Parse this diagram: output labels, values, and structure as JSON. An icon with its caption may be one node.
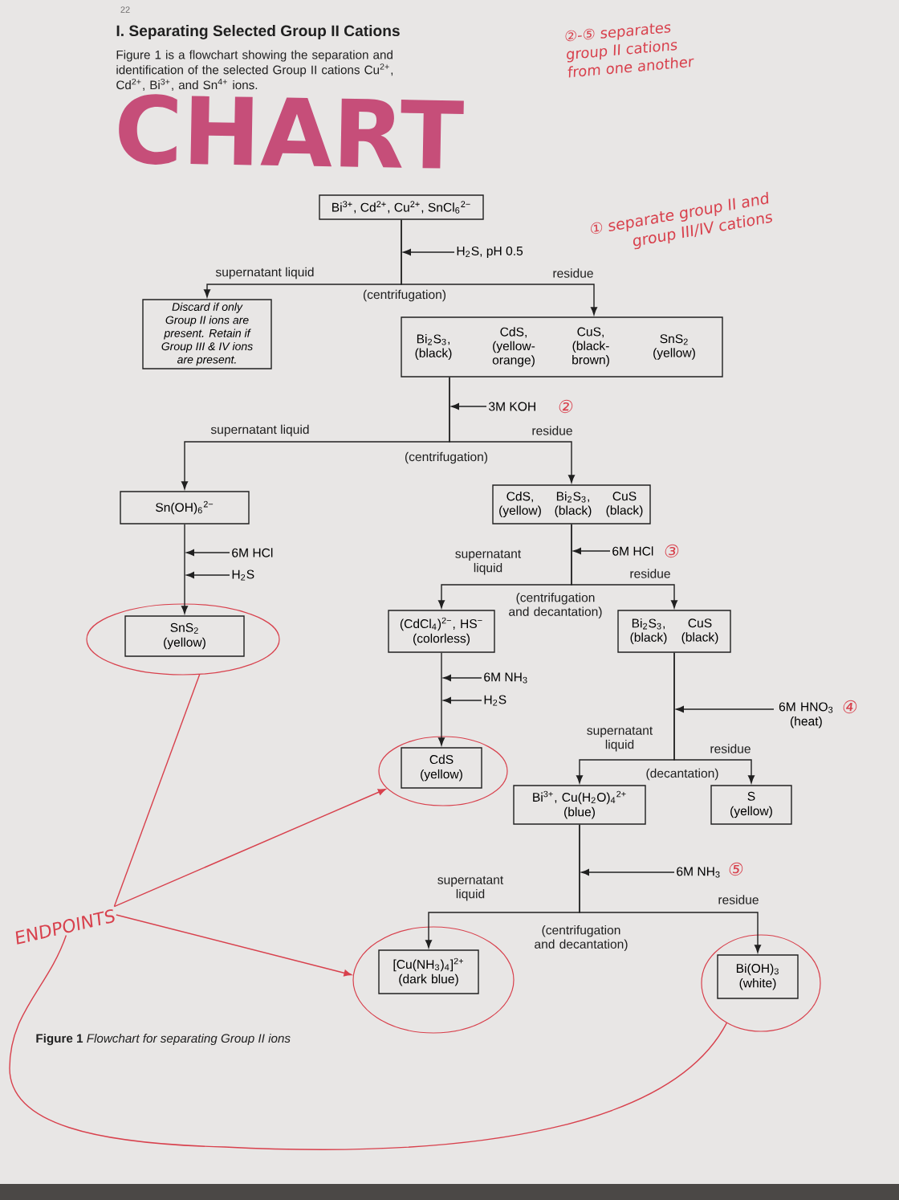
{
  "diagram": {
    "title": "I. Separating Selected Group II Cations",
    "caption": "**Figure 1** *Flowchart for separating Group II ions*",
    "nodes": [
      {
        "text": [
          "Bi$^{3+}$, Cd$^{2+}$, Cu$^{2+}$, SnCl$_{6}$$^{2−}$"
        ]
      },
      {
        "text": [
          "H$_{2}$S, pH 0.5"
        ]
      },
      {
        "text": [
          "Discard if only Group II ions are present. Retain if Group III & IV ions are present."
        ]
      },
      {
        "text": [
          "Bi$_{2}$S$_{3}$, (black)",
          "CdS, (yellow-orange)",
          "CuS, (black-brown)",
          "SnS$_{2}$ (yellow)"
        ]
      },
      {
        "text": [
          "3M KOH"
        ]
      },
      {
        "text": [
          "Sn(OH)$_{6}$$^{2−}$"
        ]
      },
      {
        "text": [
          "CdS, (yellow)",
          "Bi$_{2}$S$_{3}$, (black)",
          "CuS (black)"
        ]
      },
      {
        "text": [
          "6M HCl"
        ]
      },
      {
        "text": [
          "H$_{2}$S"
        ]
      },
      {
        "text": [
          "6M HCl"
        ]
      },
      {
        "text": [
          "SnS$_{2}$ (yellow)"
        ]
      },
      {
        "text": [
          "(CdCl$_{4}$)$^{2−}$, HS$^{−}$ (colorless)"
        ]
      },
      {
        "text": [
          "Bi$_{2}$S$_{3}$, (black)",
          "CuS (black)"
        ]
      },
      {
        "text": [
          "6M NH$_{3}$"
        ]
      },
      {
        "text": [
          "H$_{2}$S"
        ]
      },
      {
        "text": [
          "6M HNO$_{3}$ (heat)"
        ]
      },
      {
        "text": [
          "CdS (yellow)"
        ]
      },
      {
        "text": [
          "Bi$^{3+}$, Cu(H$_{2}$O)$_{4}$$^{2+}$ (blue)"
        ]
      },
      {
        "text": [
          "S (yellow)"
        ]
      },
      {
        "text": [
          "6M NH$_{3}$"
        ]
      },
      {
        "text": [
          "ENDPOINTS"
        ]
      },
      {
        "text": [
          "[Cu(NH$_{3}$)$_{4}$]$^{2+}$ (dark blue)"
        ]
      },
      {
        "text": [
          "Bi(OH)$_{3}$ (white)"
        ]
      }
    ],
    "edges": [
      {
        "from": 0,
        "to": 2,
        "arrow": "to",
        "label": "supernatant liquid"
      },
      {
        "from": 0,
        "to": 3,
        "arrow": "to",
        "label": "residue"
      },
      {
        "from": 1,
        "to": null,
        "arrow": "to"
      },
      {
        "from": 3,
        "to": 5,
        "arrow": "to",
        "label": "supernatant liquid"
      },
      {
        "from": 3,
        "to": 6,
        "arrow": "to",
        "label": "residue"
      },
      {
        "from": 4,
        "to": null,
        "arrow": "to"
      },
      {
        "from": 5,
        "to": 10,
        "arrow": "to"
      },
      {
        "from": 7,
        "to": null,
        "arrow": "to"
      },
      {
        "from": 8,
        "to": null,
        "arrow": "to"
      },
      {
        "from": 6,
        "to": 11,
        "arrow": "to",
        "label": "supernatant liquid"
      },
      {
        "from": 6,
        "to": 12,
        "arrow": "to",
        "label": "residue"
      },
      {
        "from": 9,
        "to": null,
        "arrow": "to"
      },
      {
        "from": 11,
        "to": 16,
        "arrow": "to"
      },
      {
        "from": 13,
        "to": null,
        "arrow": "to"
      },
      {
        "from": 14,
        "to": null,
        "arrow": "to"
      },
      {
        "from": 12,
        "to": 17,
        "arrow": "to",
        "label": "supernatant liquid"
      },
      {
        "from": 12,
        "to": 18,
        "arrow": "to",
        "label": "residue"
      },
      {
        "from": 15,
        "to": null,
        "arrow": "to"
      },
      {
        "from": 17,
        "to": 21,
        "arrow": "to",
        "label": "supernatant liquid"
      },
      {
        "from": 17,
        "to": 22,
        "arrow": "to",
        "label": "residue"
      },
      {
        "from": 19,
        "to": null,
        "arrow": "to"
      },
      {
        "from": 20,
        "to": 10,
        "arrow": "none",
        "color": "#d8414d"
      },
      {
        "from": 20,
        "to": 16,
        "arrow": "to",
        "color": "#d8414d"
      },
      {
        "from": 20,
        "to": 21,
        "arrow": "to",
        "color": "#d8414d"
      },
      {
        "from": 20,
        "to": 22,
        "arrow": "none",
        "color": "#d8414d"
      }
    ],
    "labels": [
      "22",
      "②-⑤ separates group II cations from one another",
      "Figure 1 is a flowchart showing the separation and identification of the selected Group II cations Cu$^{2+}$, Cd$^{2+}$, Bi$^{3+}$, and Sn$^{4+}$ ions.",
      "CHART",
      "① separate group II and group III/IV cations",
      "(centrifugation)",
      "②",
      "(centrifugation)",
      "③",
      "(centrifugation and decantation)",
      "④",
      "(decantation)",
      "⑤",
      "(centrifugation and decantation)"
    ]
  }
}
